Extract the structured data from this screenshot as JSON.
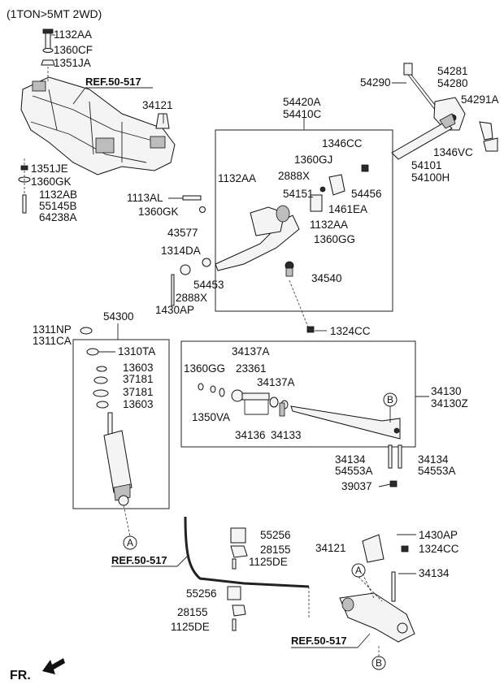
{
  "header": {
    "variant": "(1TON>5MT 2WD)"
  },
  "footer": {
    "direction": "FR."
  },
  "refs": {
    "r1": "REF.50-517",
    "r2": "REF.50-517",
    "r3": "REF.50-517"
  },
  "circles": {
    "a": "A",
    "b": "B"
  },
  "labels": {
    "p1132AA_top": "1132AA",
    "p1360CF": "1360CF",
    "p1351JA": "1351JA",
    "p34121_top": "34121",
    "p1351JE": "1351JE",
    "p1360GK_left": "1360GK",
    "p1132AB": "1132AB",
    "p55145B": "55145B",
    "p64238A": "64238A",
    "p54290": "54290",
    "p54281": "54281",
    "p54280": "54280",
    "p54291A": "54291A",
    "p1346VC": "1346VC",
    "p54101": "54101",
    "p54100H": "54100H",
    "p54420A": "54420A",
    "p54410C": "54410C",
    "p1346CC": "1346CC",
    "p1360GJ": "1360GJ",
    "p2888X_up": "2888X",
    "p54151": "54151",
    "p54456": "54456",
    "p1461EA": "1461EA",
    "p1132AA_mid": "1132AA",
    "p1113AL": "1113AL",
    "p1360GK_mid": "1360GK",
    "p1132AA_r": "1132AA",
    "p1360GG_r": "1360GG",
    "p43577": "43577",
    "p1314DA": "1314DA",
    "p54453": "54453",
    "p2888X_low": "2888X",
    "p34540": "34540",
    "p1430AP_mid": "1430AP",
    "p1324CC_mid": "1324CC",
    "p54300": "54300",
    "p1311NP": "1311NP",
    "p1311CA": "1311CA",
    "p1310TA": "1310TA",
    "p13603_a": "13603",
    "p37181_a": "37181",
    "p37181_b": "37181",
    "p13603_b": "13603",
    "p34137A_top": "34137A",
    "p1360GG_box": "1360GG",
    "p23361": "23361",
    "p34137A_mid": "34137A",
    "p1350VA": "1350VA",
    "p34136": "34136",
    "p34133": "34133",
    "p34130": "34130",
    "p34130Z": "34130Z",
    "p34134_l": "34134",
    "p54553A_l": "54553A",
    "p34134_r": "34134",
    "p54553A_r": "54553A",
    "p39037": "39037",
    "p55256_a": "55256",
    "p28155_a": "28155",
    "p1125DE_a": "1125DE",
    "p55256_b": "55256",
    "p28155_b": "28155",
    "p1125DE_b": "1125DE",
    "p34121_low": "34121",
    "p1430AP_low": "1430AP",
    "p1324CC_low": "1324CC",
    "p34134_low": "34134"
  }
}
